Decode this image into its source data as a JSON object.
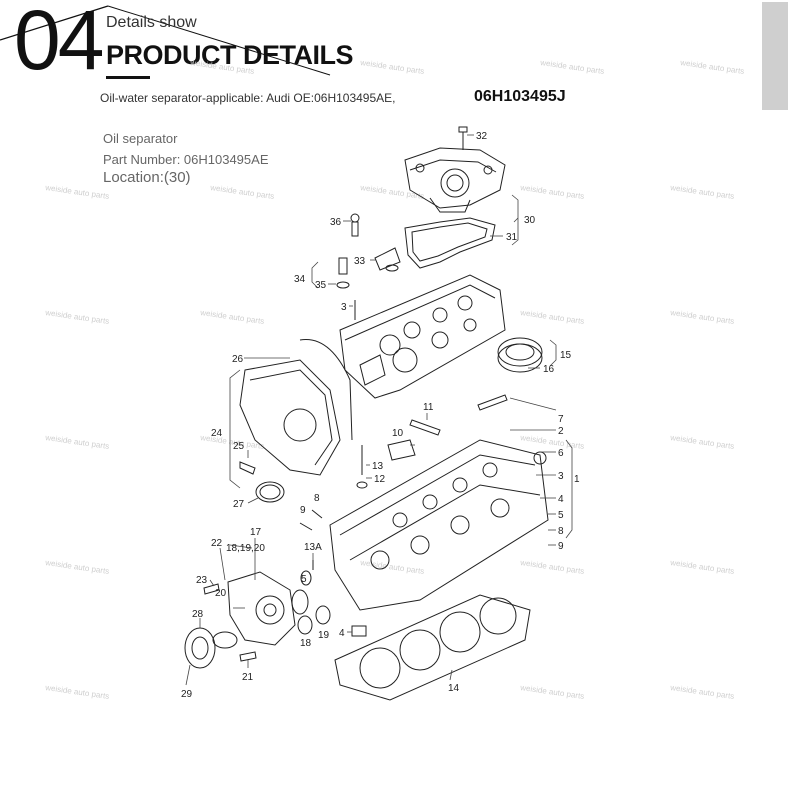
{
  "header": {
    "number": "04",
    "subtitle": "Details show",
    "title": "PRODUCT DETAILS"
  },
  "description": "Oil-water separator-applicable: Audi OE:06H103495AE,",
  "part_code": "06H103495J",
  "info": {
    "name": "Oil separator",
    "part_number": "Part Number: 06H103495AE",
    "location": "Location:(30)"
  },
  "callouts": {
    "c32": "32",
    "c30": "30",
    "c31": "31",
    "c36": "36",
    "c33": "33",
    "c34": "34",
    "c35": "35",
    "c3a": "3",
    "c26": "26",
    "c15": "15",
    "c16": "16",
    "c11": "11",
    "c7": "7",
    "c2": "2",
    "c10": "10",
    "c24": "24",
    "c25": "25",
    "c13": "13",
    "c6": "6",
    "c3b": "3",
    "c1": "1",
    "c12": "12",
    "c4a": "4",
    "c27": "27",
    "c8a": "8",
    "c5a": "5",
    "c9a": "9",
    "c8b": "8",
    "c9b": "9",
    "c17": "17",
    "c181920": "18,19,20",
    "c13a": "13A",
    "c22": "22",
    "c23": "23",
    "c5b": "5",
    "c20": "20",
    "c28": "28",
    "c19": "19",
    "c18": "18",
    "c4b": "4",
    "c21": "21",
    "c14": "14",
    "c29": "29"
  },
  "watermark": "weiside auto parts"
}
